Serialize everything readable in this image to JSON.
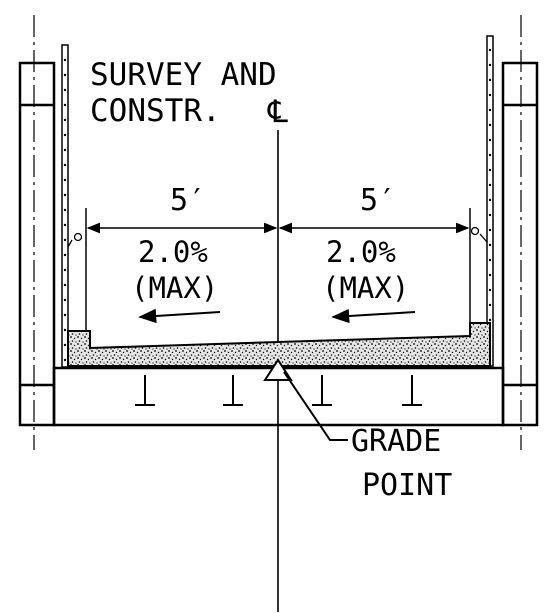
{
  "labels": {
    "survey_line1": "SURVEY AND",
    "survey_line2": "CONSTR.",
    "centerline_symbol": "℄",
    "dim_left": "5′",
    "dim_right": "5′",
    "slope_left": "2.0%",
    "slope_left_max": "(MAX)",
    "slope_right": "2.0%",
    "slope_right_max": "(MAX)",
    "grade_line1": "GRADE",
    "grade_line2": "POINT"
  },
  "colors": {
    "ink": "#000000",
    "paper": "#ffffff"
  }
}
